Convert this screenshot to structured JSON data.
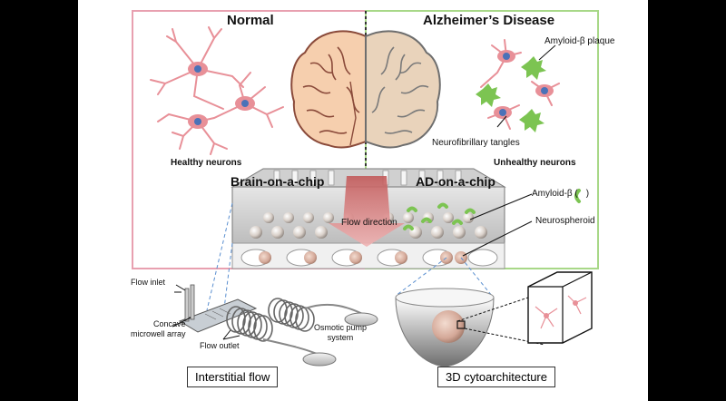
{
  "panels": {
    "normal_title": "Normal",
    "ad_title": "Alzheimer’s Disease",
    "healthy_label": "Healthy neurons",
    "unhealthy_label": "Unhealthy neurons",
    "amyloid_plaque_label": "Amyloid-β plaque",
    "tangles_label": "Neurofibrillary tangles"
  },
  "chip": {
    "brain_on_chip": "Brain-on-a-chip",
    "ad_on_chip": "AD-on-a-chip",
    "flow_direction": "Flow direction",
    "amyloid_beta_label": "Amyloid-β (",
    "amyloid_beta_suffix": ")",
    "neurospheroid_label": "Neurospheroid"
  },
  "device": {
    "flow_inlet": "Flow inlet",
    "concave_array_line1": "Concave",
    "concave_array_line2": "microwell array",
    "flow_outlet": "Flow outlet",
    "pump_line1": "Osmotic pump",
    "pump_line2": "system",
    "interstitial_box": "Interstitial flow",
    "cyto_box": "3D cytoarchitecture"
  },
  "colors": {
    "normal_border": "#e8a0b0",
    "ad_border": "#a8d888",
    "neuron_pink": "#e89098",
    "amyloid_green": "#7cc452",
    "brain_fill": "#f6cfae"
  }
}
